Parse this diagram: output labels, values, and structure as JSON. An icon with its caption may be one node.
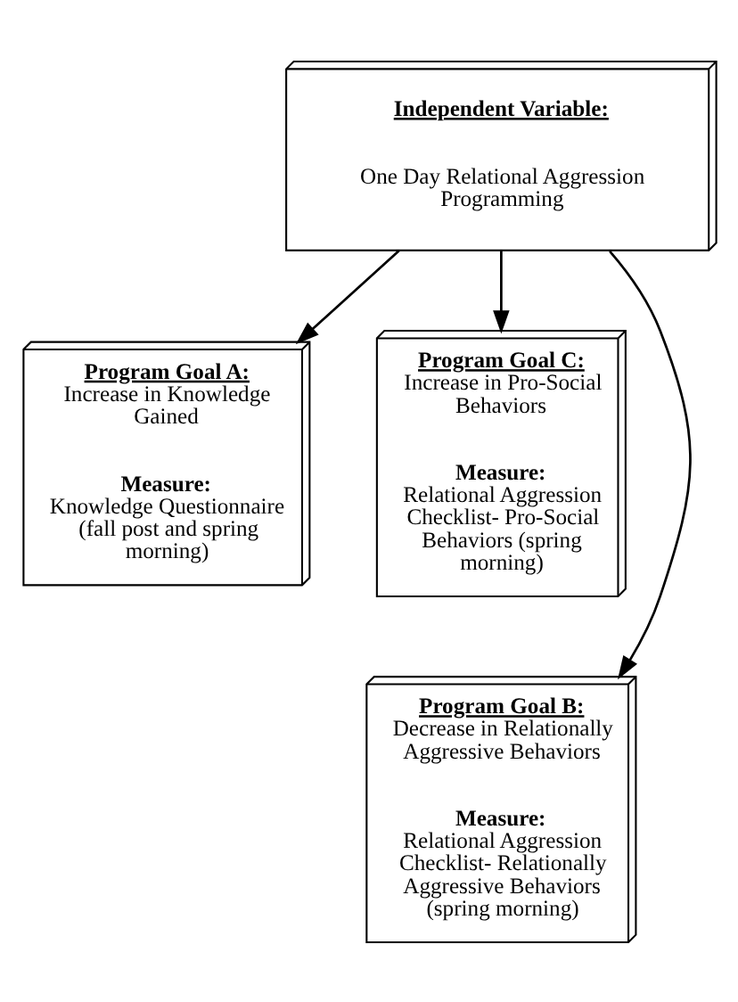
{
  "diagram": {
    "nodes": [
      {
        "text": [
          "Independent Variable:",
          "One Day Relational Aggression Programming"
        ]
      },
      {
        "text": [
          "Program Goal A:",
          "Increase in Knowledge Gained",
          "Measure:",
          "Knowledge Questionnaire (fall post and spring morning)"
        ]
      },
      {
        "text": [
          "Program Goal C:",
          "Increase in Pro-Social Behaviors",
          "Measure:",
          "Relational Aggression Checklist- Pro-Social Behaviors (spring morning)"
        ]
      },
      {
        "text": [
          "Program Goal B:",
          "Decrease in Relationally Aggressive Behaviors",
          "Measure:",
          "Relational Aggression Checklist- Relationally Aggressive Behaviors (spring morning)"
        ]
      }
    ],
    "edges": [
      {
        "from": 0,
        "to": 1,
        "arrow": "to"
      },
      {
        "from": 0,
        "to": 2,
        "arrow": "to"
      },
      {
        "from": 0,
        "to": 3,
        "arrow": "to"
      }
    ]
  }
}
